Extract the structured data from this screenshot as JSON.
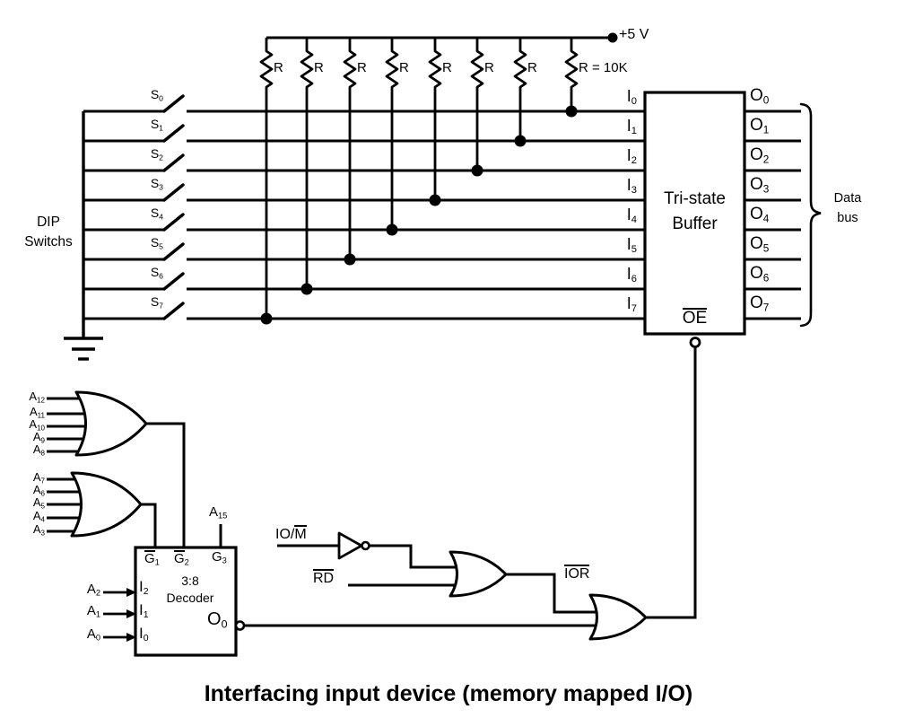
{
  "title": "Interfacing input device (memory mapped I/O)",
  "power": {
    "label": "+5 V"
  },
  "resistors": {
    "labels": [
      "R",
      "R",
      "R",
      "R",
      "R",
      "R",
      "R",
      "R = 10K"
    ]
  },
  "dip": {
    "line1": "DIP",
    "line2": "Switchs"
  },
  "switches": [
    {
      "base": "S",
      "sub": "0"
    },
    {
      "base": "S",
      "sub": "1"
    },
    {
      "base": "S",
      "sub": "2"
    },
    {
      "base": "S",
      "sub": "3"
    },
    {
      "base": "S",
      "sub": "4"
    },
    {
      "base": "S",
      "sub": "5"
    },
    {
      "base": "S",
      "sub": "6"
    },
    {
      "base": "S",
      "sub": "7"
    }
  ],
  "buffer": {
    "name_line1": "Tri-state",
    "name_line2": "Buffer",
    "enable": {
      "ov": "OE"
    },
    "inputs": [
      {
        "base": "I",
        "sub": "0"
      },
      {
        "base": "I",
        "sub": "1"
      },
      {
        "base": "I",
        "sub": "2"
      },
      {
        "base": "I",
        "sub": "3"
      },
      {
        "base": "I",
        "sub": "4"
      },
      {
        "base": "I",
        "sub": "5"
      },
      {
        "base": "I",
        "sub": "6"
      },
      {
        "base": "I",
        "sub": "7"
      }
    ],
    "outputs": [
      {
        "base": "O",
        "sub": "0"
      },
      {
        "base": "O",
        "sub": "1"
      },
      {
        "base": "O",
        "sub": "2"
      },
      {
        "base": "O",
        "sub": "3"
      },
      {
        "base": "O",
        "sub": "4"
      },
      {
        "base": "O",
        "sub": "5"
      },
      {
        "base": "O",
        "sub": "6"
      },
      {
        "base": "O",
        "sub": "7"
      }
    ]
  },
  "bus": {
    "line1": "Data",
    "line2": "bus"
  },
  "address_or_high": {
    "inputs": [
      {
        "base": "A",
        "sub": "12"
      },
      {
        "base": "A",
        "sub": "11"
      },
      {
        "base": "A",
        "sub": "10"
      },
      {
        "base": "A",
        "sub": "9"
      },
      {
        "base": "A",
        "sub": "8"
      }
    ]
  },
  "address_or_low": {
    "inputs": [
      {
        "base": "A",
        "sub": "7"
      },
      {
        "base": "A",
        "sub": "6"
      },
      {
        "base": "A",
        "sub": "5"
      },
      {
        "base": "A",
        "sub": "4"
      },
      {
        "base": "A",
        "sub": "3"
      }
    ]
  },
  "a15": {
    "base": "A",
    "sub": "15"
  },
  "decoder": {
    "g1": {
      "ov": "G",
      "sub": "1"
    },
    "g2": {
      "ov": "G",
      "sub": "2"
    },
    "g3": {
      "base": "G",
      "sub": "3"
    },
    "name_line1": "3:8",
    "name_line2": "Decoder",
    "inputs": [
      {
        "base": "I",
        "sub": "2"
      },
      {
        "base": "I",
        "sub": "1"
      },
      {
        "base": "I",
        "sub": "0"
      }
    ],
    "addr": [
      {
        "base": "A",
        "sub": "2"
      },
      {
        "base": "A",
        "sub": "1"
      },
      {
        "base": "A",
        "sub": "0"
      }
    ],
    "output": {
      "base": "O",
      "sub": "0"
    }
  },
  "signals": {
    "iom": {
      "pre": "IO/",
      "ov": "M"
    },
    "rd": {
      "ov": "RD"
    },
    "ior": {
      "ov": "IOR"
    }
  }
}
